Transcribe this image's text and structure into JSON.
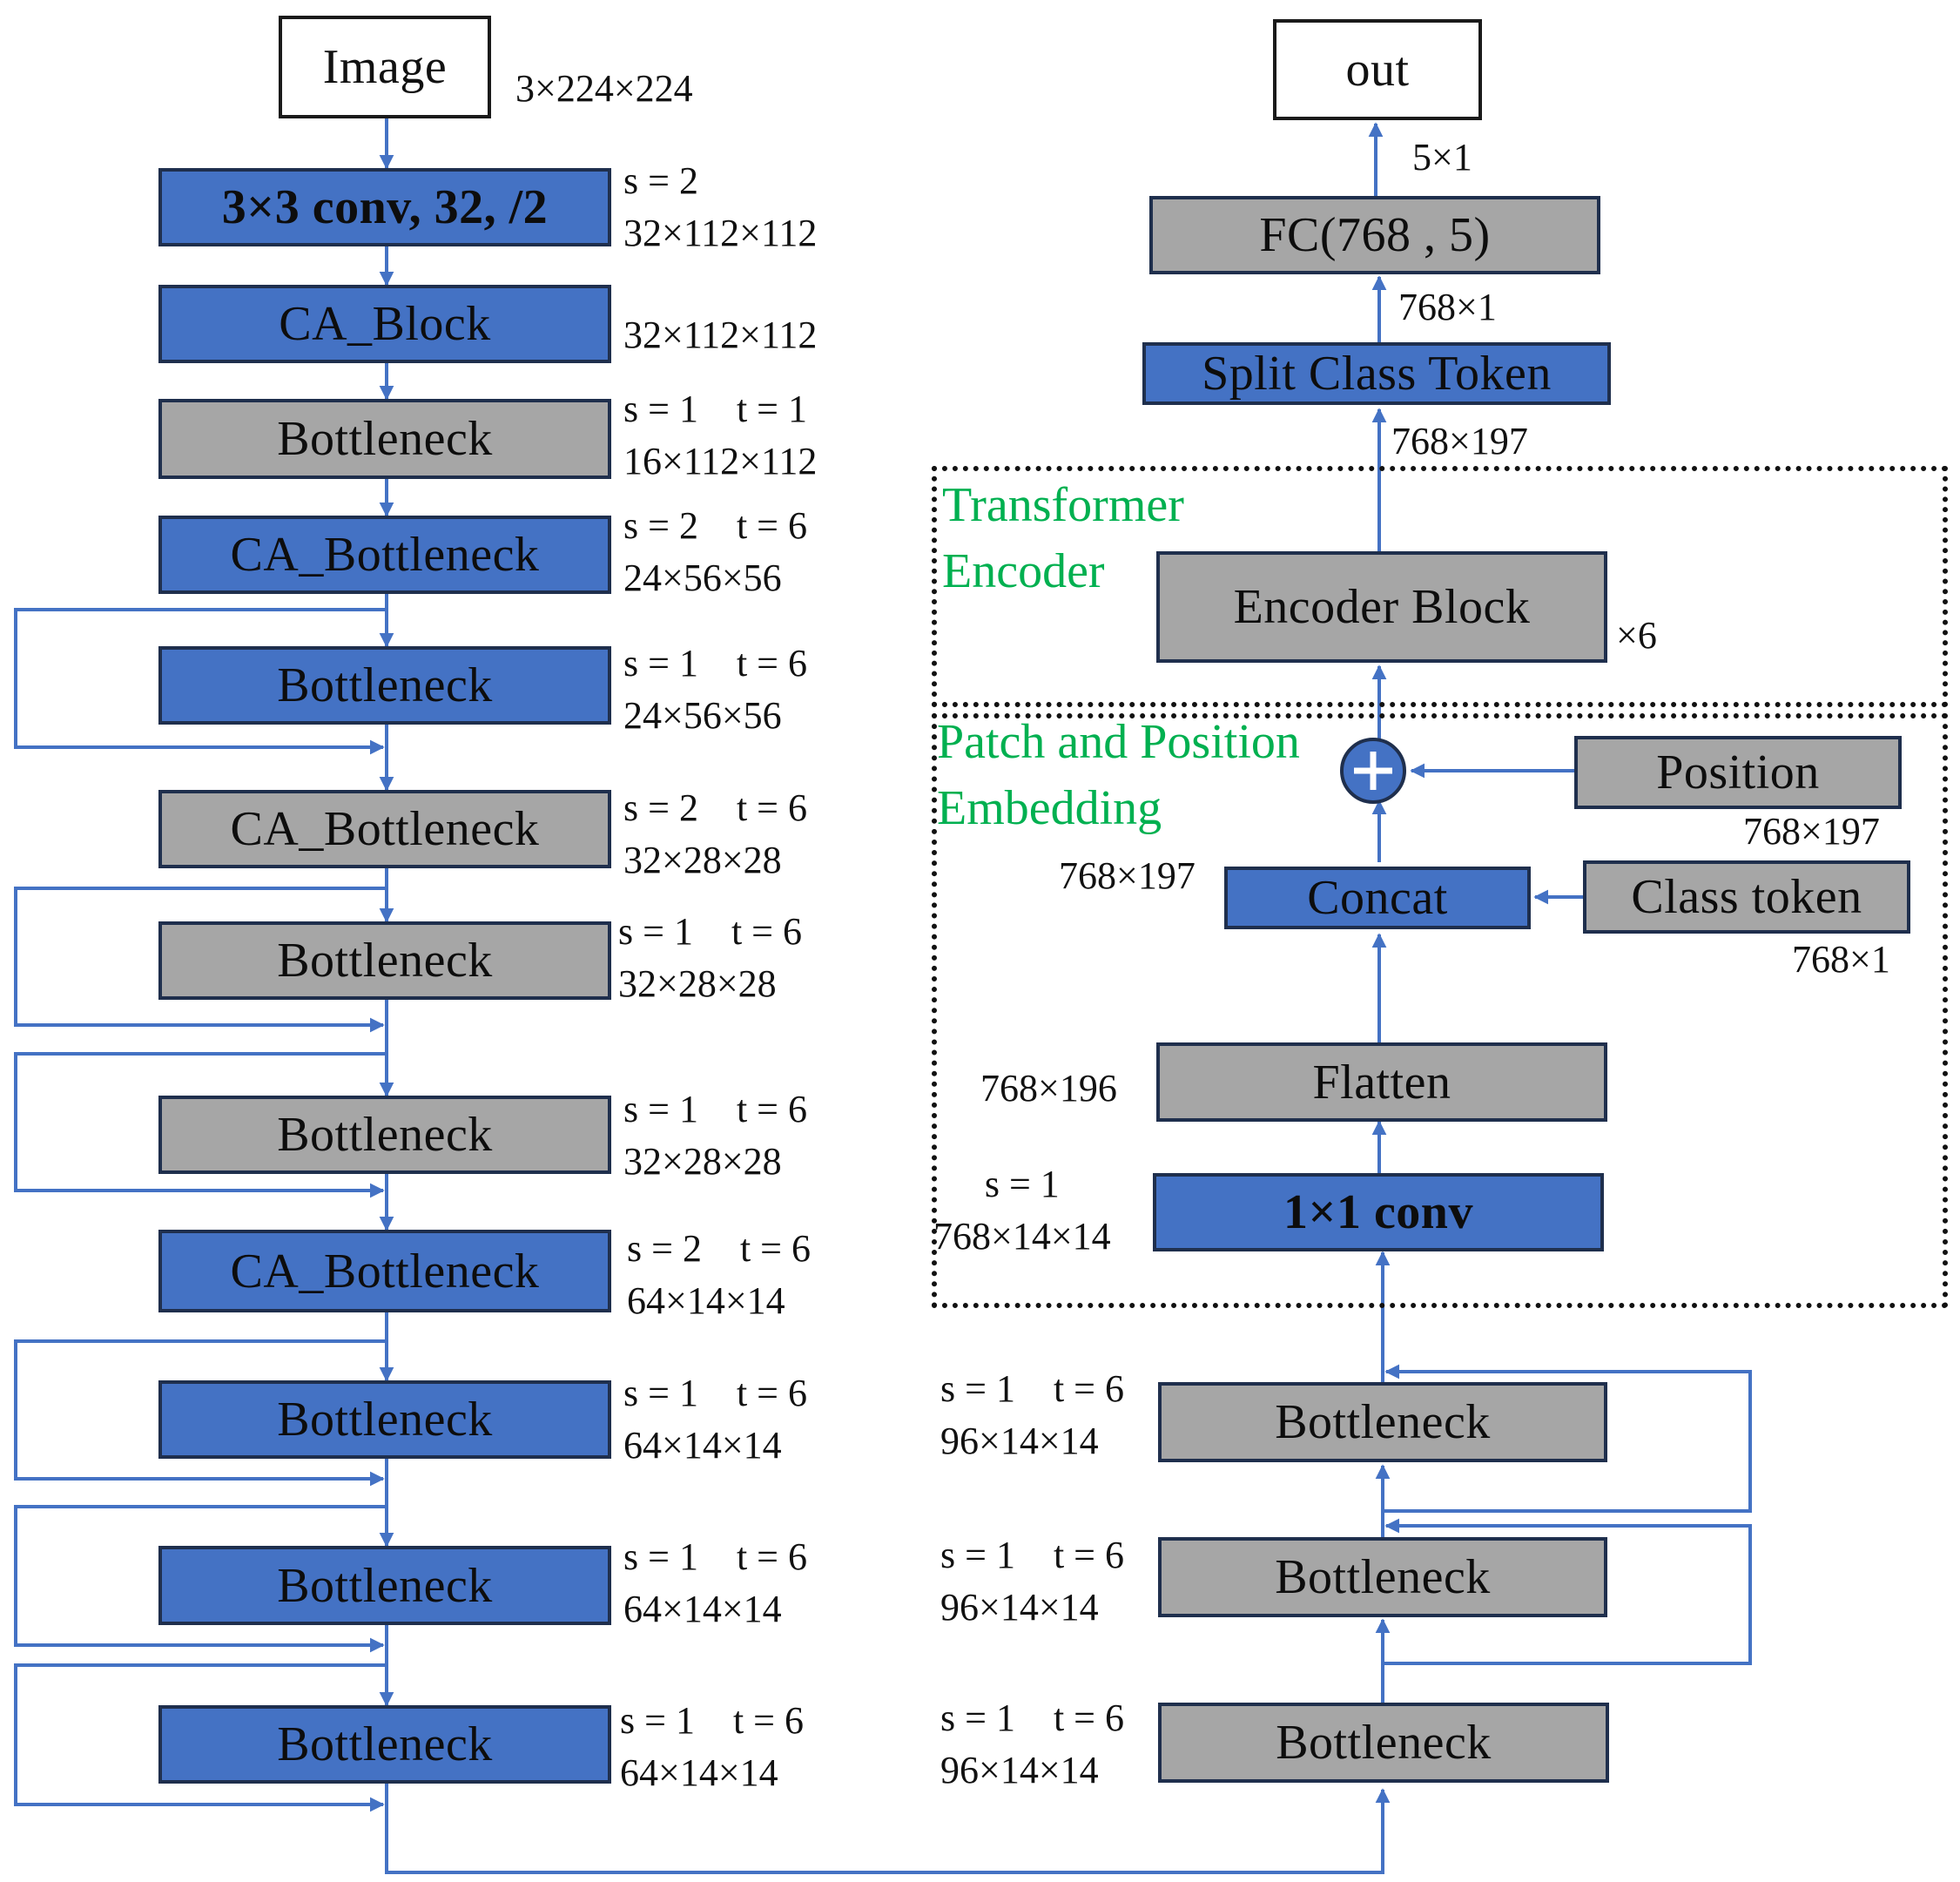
{
  "colors": {
    "block_blue": "#4472c4",
    "block_gray": "#a6a6a6",
    "arrow": "#4472c4",
    "section_label": "#00b050"
  },
  "left_column": {
    "input": {
      "label": "Image",
      "shape": "3×224×224"
    },
    "blocks": [
      {
        "label": "3×3 conv, 32, /2",
        "params": "s = 2",
        "shape": "32×112×112"
      },
      {
        "label": "CA_Block",
        "params": "",
        "shape": "32×112×112"
      },
      {
        "label": "Bottleneck",
        "params": "s = 1    t = 1",
        "shape": "16×112×112"
      },
      {
        "label": "CA_Bottleneck",
        "params": "s = 2    t = 6",
        "shape": "24×56×56"
      },
      {
        "label": "Bottleneck",
        "params": "s = 1    t = 6",
        "shape": "24×56×56"
      },
      {
        "label": "CA_Bottleneck",
        "params": "s = 2    t = 6",
        "shape": "32×28×28"
      },
      {
        "label": "Bottleneck",
        "params": "s = 1    t = 6",
        "shape": "32×28×28"
      },
      {
        "label": "Bottleneck",
        "params": "s = 1    t = 6",
        "shape": "32×28×28"
      },
      {
        "label": "CA_Bottleneck",
        "params": "s = 2    t = 6",
        "shape": "64×14×14"
      },
      {
        "label": "Bottleneck",
        "params": "s = 1    t = 6",
        "shape": "64×14×14"
      },
      {
        "label": "Bottleneck",
        "params": "s = 1    t = 6",
        "shape": "64×14×14"
      },
      {
        "label": "Bottleneck",
        "params": "s = 1    t = 6",
        "shape": "64×14×14"
      }
    ]
  },
  "right_column": {
    "bottlenecks": [
      {
        "label": "Bottleneck",
        "params": "s = 1    t = 6",
        "shape": "96×14×14"
      },
      {
        "label": "Bottleneck",
        "params": "s = 1    t = 6",
        "shape": "96×14×14"
      },
      {
        "label": "Bottleneck",
        "params": "s = 1    t = 6",
        "shape": "96×14×14"
      }
    ],
    "embedding": {
      "title_line1": "Patch and Position",
      "title_line2": "Embedding",
      "conv": {
        "label": "1×1 conv",
        "params": "s = 1",
        "shape": "768×14×14"
      },
      "flatten": {
        "label": "Flatten",
        "shape": "768×196"
      },
      "concat": {
        "label": "Concat",
        "shape": "768×197"
      },
      "class_token": {
        "label": "Class token",
        "shape": "768×1"
      },
      "position": {
        "label": "Position",
        "shape": "768×197"
      },
      "plus_symbol": "+"
    },
    "encoder": {
      "title_line1": "Transformer",
      "title_line2": "Encoder",
      "block": {
        "label": "Encoder Block",
        "repeat": "×6"
      },
      "output_shape": "768×197"
    },
    "split": {
      "label": "Split Class Token",
      "shape": "768×1"
    },
    "fc": {
      "label": "FC(768 , 5)",
      "shape": "5×1"
    },
    "output": {
      "label": "out"
    }
  }
}
